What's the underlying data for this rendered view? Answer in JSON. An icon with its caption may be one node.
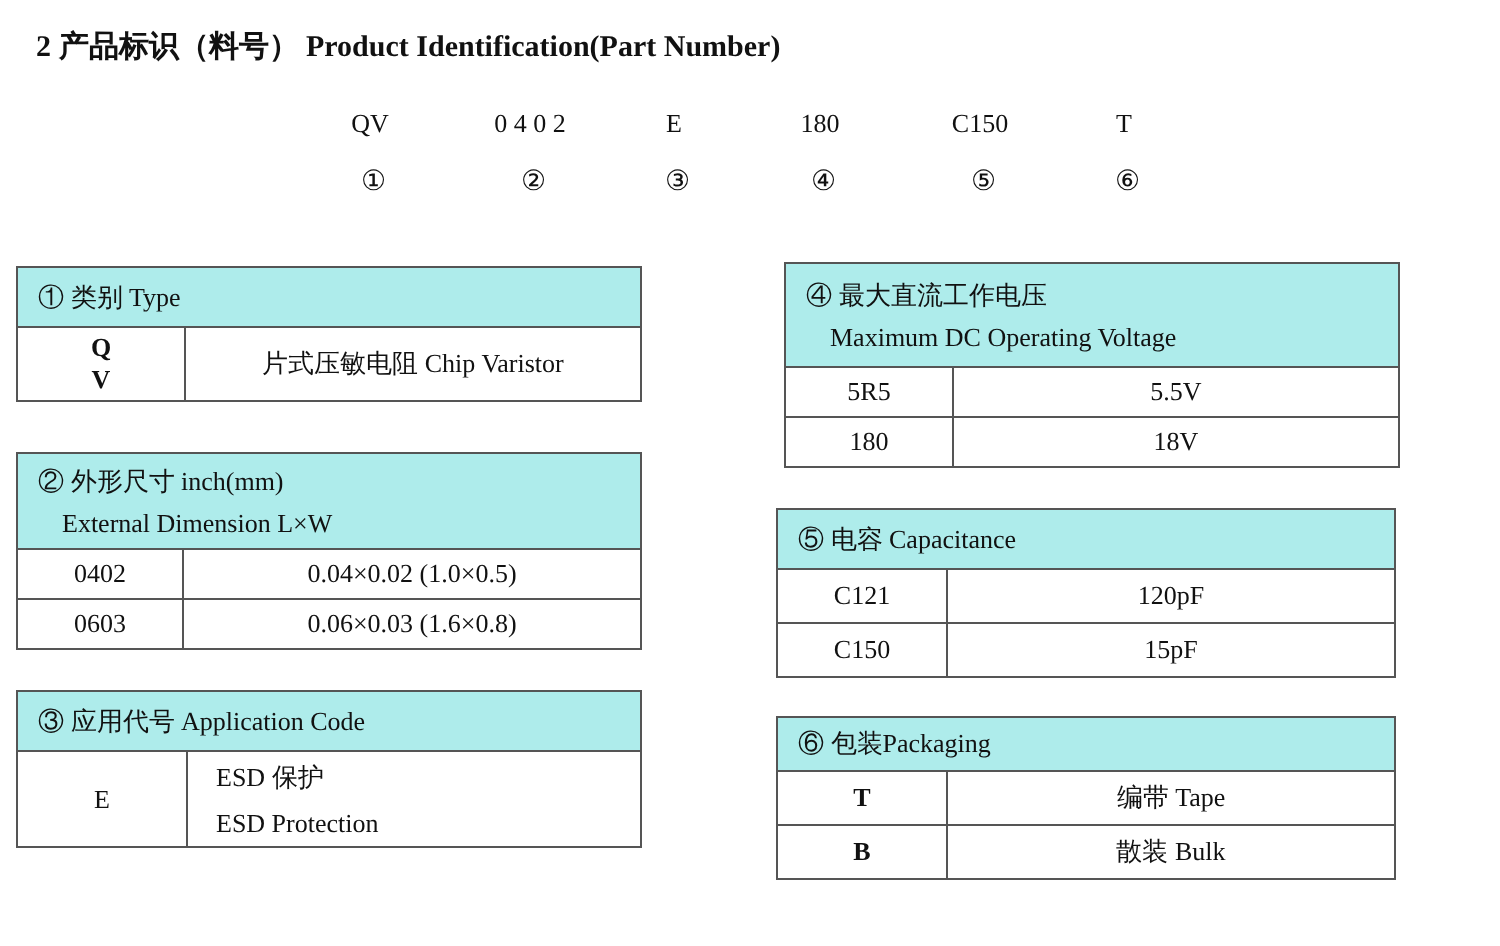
{
  "diagram": {
    "title": "2 产品标识（料号） Product Identification(Part Number)",
    "labels": [
      "QV",
      "0 4 0 2",
      "E",
      "180",
      "C150",
      "T",
      "①",
      "②",
      "③",
      "④",
      "⑤",
      "⑥",
      "① 类别 Type",
      "Q V",
      "片式压敏电阻 Chip Varistor",
      "④ 最大直流工作电压",
      "Maximum DC Operating Voltage",
      "5R5",
      "5.5V",
      "180",
      "18V",
      "② 外形尺寸 inch(mm)",
      "External Dimension L×W",
      "0402",
      "0.04×0.02 (1.0×0.5)",
      "0603",
      "0.06×0.03 (1.6×0.8)",
      "⑤ 电容 Capacitance",
      "C121",
      "120pF",
      "C150",
      "15pF",
      "③ 应用代号 Application Code",
      "E",
      "ESD 保护",
      "ESD Protection",
      "⑥ 包装Packaging",
      "T",
      "编带 Tape",
      "B",
      "散装 Bulk"
    ]
  }
}
